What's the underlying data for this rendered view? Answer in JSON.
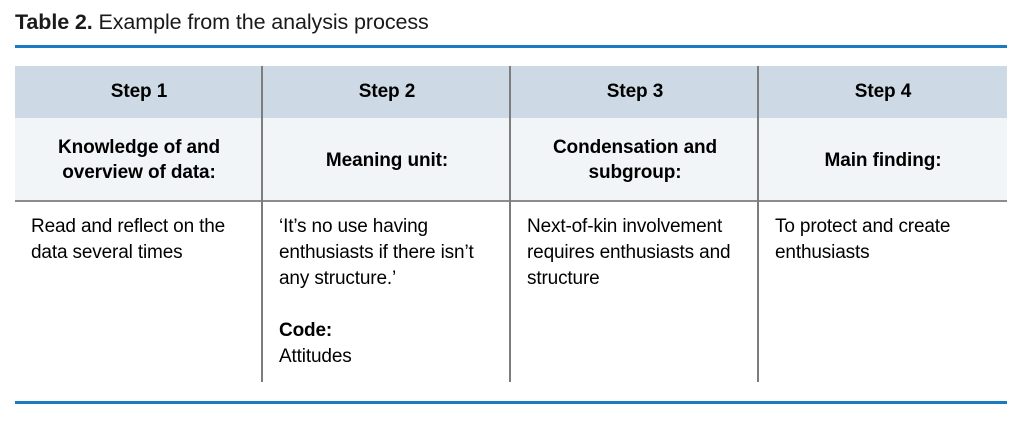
{
  "caption": {
    "label": "Table 2.",
    "text": " Example from the analysis process"
  },
  "colors": {
    "accent_rule": "#1a7bbf",
    "header_band": "#cdd9e5",
    "subheader_band": "#f1f5f8",
    "divider": "#7d7d7d",
    "body_background": "#ffffff",
    "text": "#000000"
  },
  "table": {
    "step_headers": [
      "Step 1",
      "Step 2",
      "Step 3",
      "Step 4"
    ],
    "column_titles": [
      "Knowledge of and overview of data:",
      "Meaning unit:",
      "Condensation and subgroup:",
      "Main finding:"
    ],
    "body": {
      "col1": "Read and reflect on the data several times",
      "col2_quote": "‘It’s no use having enthusiasts if there isn’t any structure.’",
      "col2_code_label": "Code:",
      "col2_code_value": "Attitudes",
      "col3": "Next-of-kin involvement requires enthusiasts and structure",
      "col4": "To protect and create enthusiasts"
    }
  }
}
